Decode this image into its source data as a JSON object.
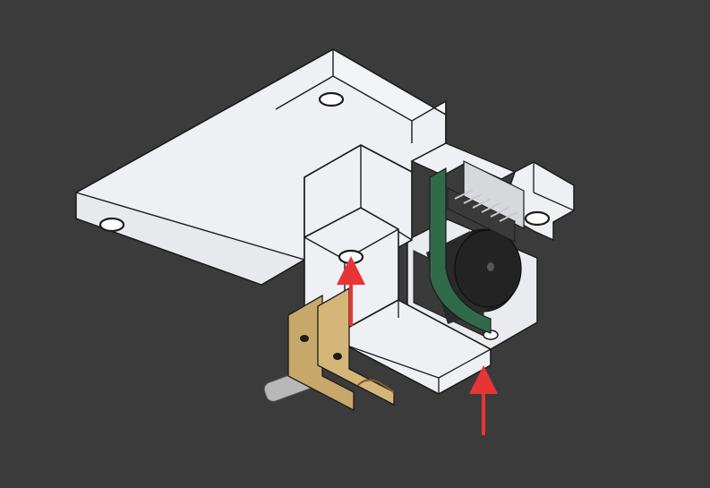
{
  "view": {
    "background": "#3b3b3b",
    "part_fill": "#eef0f3",
    "part_face_side": "#e2e5ea",
    "edge_color": "#1c1c1c",
    "hole_color": "#ffffff",
    "arrow_color": "#e83434",
    "pcb_color": "#2f6b4a",
    "pin_color": "#c9c9c9",
    "bracket_color": "#c8a86a",
    "shaft_color": "#b8b8b8",
    "motor_color": "#222222"
  },
  "annotations": [
    {
      "name": "arrow-upper",
      "points_to": "mounting-hole"
    },
    {
      "name": "arrow-lower",
      "points_to": "block-underside"
    }
  ]
}
